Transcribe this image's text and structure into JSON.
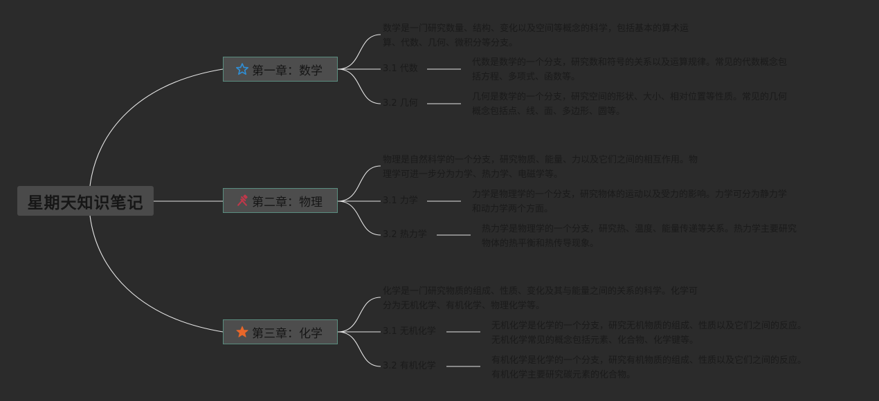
{
  "root": {
    "title": "星期天知识笔记"
  },
  "chapters": [
    {
      "title": "第一章：数学",
      "icon": "star-outline-icon",
      "icon_color": "#2f8fd6",
      "summary": [
        "数学是一门研究数量、结构、变化以及空间等概念的科学，包括基本的算术运",
        "算、代数、几何、微积分等分支。"
      ],
      "subtopics": [
        {
          "label": "3.1 代数",
          "desc": [
            "代数是数学的一个分支，研究数和符号的关系以及运算规律。常见的代数概念包",
            "括方程、多项式、函数等。"
          ]
        },
        {
          "label": "3.2 几何",
          "desc": [
            "几何是数学的一个分支，研究空间的形状、大小、相对位置等性质。常见的几何",
            "概念包括点、线、面、多边形、圆等。"
          ]
        }
      ]
    },
    {
      "title": "第二章：物理",
      "icon": "hammer-tools-icon",
      "icon_color": "#c0384a",
      "summary": [
        "物理是自然科学的一个分支，研究物质、能量、力以及它们之间的相互作用。物",
        "理学可进一步分为力学、热力学、电磁学等。"
      ],
      "subtopics": [
        {
          "label": "3.1 力学",
          "desc": [
            "力学是物理学的一个分支，研究物体的运动以及受力的影响。力学可分为静力学",
            "和动力学两个方面。"
          ]
        },
        {
          "label": "3.2 热力学",
          "desc": [
            "热力学是物理学的一个分支，研究热、温度、能量传递等关系。热力学主要研究",
            "物体的热平衡和热传导现象。"
          ]
        }
      ]
    },
    {
      "title": "第三章：化学",
      "icon": "star-filled-icon",
      "icon_color": "#e8672a",
      "summary": [
        "化学是一门研究物质的组成、性质、变化及其与能量之间的关系的科学。化学可",
        "分为无机化学、有机化学、物理化学等。"
      ],
      "subtopics": [
        {
          "label": "3.1 无机化学",
          "desc": [
            "无机化学是化学的一个分支，研究无机物质的组成、性质以及它们之间的反应。",
            "无机化学常见的概念包括元素、化合物、化学键等。"
          ]
        },
        {
          "label": "3.2 有机化学",
          "desc": [
            "有机化学是化学的一个分支，研究有机物质的组成、性质以及它们之间的反应。",
            "有机化学主要研究碳元素的化合物。"
          ]
        }
      ]
    }
  ]
}
